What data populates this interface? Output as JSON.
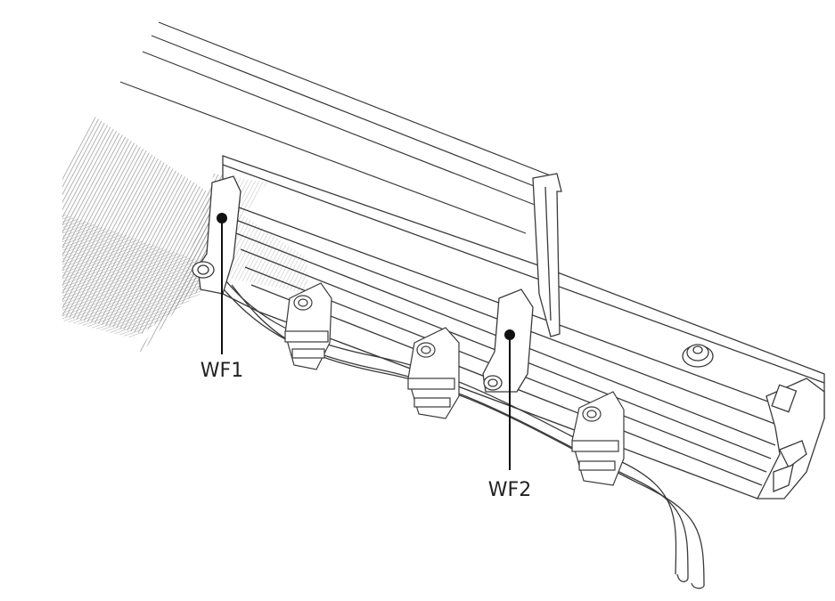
{
  "callouts": [
    {
      "id": "wf1",
      "label": "WF1"
    },
    {
      "id": "wf2",
      "label": "WF2"
    }
  ],
  "colors": {
    "line": "#3a3a3a",
    "hatch": "#8a8a8a",
    "fill": "#ffffff",
    "text": "#222222"
  }
}
